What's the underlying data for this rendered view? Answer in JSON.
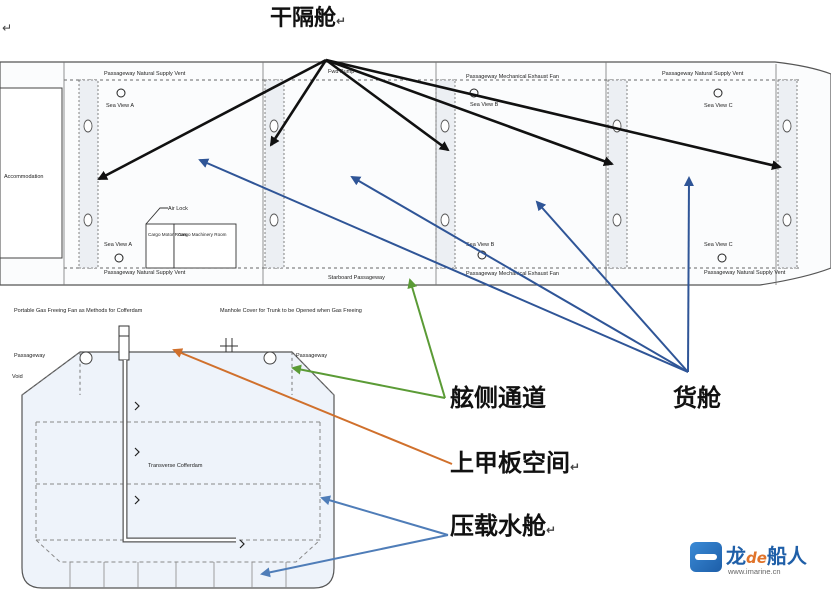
{
  "callouts": {
    "cofferdam": "干隔舱",
    "side_passage": "舷侧通道",
    "cargo_tank": "货舱",
    "upper_deck_space": "上甲板空间",
    "ballast_tank": "压载水舱",
    "return_mark": "↵"
  },
  "plan_view": {
    "accommodation": "Accommodation",
    "top_labels": [
      "Passageway Natural Supply Vent",
      "Fwd Pump",
      "Passageway Mechanical Exhaust Fan",
      "Passageway Natural Supply Vent"
    ],
    "bottom_labels": [
      "Passageway Natural Supply Vent",
      "Starboard Passageway",
      "Passageway Mechanical Exhaust Fan",
      "Passageway Natural Supply Vent"
    ],
    "sea_views": [
      "Sea View A",
      "Sea View B",
      "Sea View C",
      "Sea View A",
      "Sea View B",
      "Sea View C"
    ],
    "air_lock": "Air Lock",
    "cargo_motor_room": "Cargo Motor Room",
    "cargo_machinery_room": "Cargo Machinery Room"
  },
  "section_view": {
    "fan_note": "Portable Gas Freeing Fan as Methods for Cofferdam",
    "manhole_note": "Manhole Cover for Trunk to be Opened when Gas Freeing",
    "passageway_left": "Passageway",
    "passageway_right": "Passageway",
    "void": "Void",
    "cofferdam": "Transverse Cofferdam"
  },
  "watermark": {
    "brand_a": "龙",
    "brand_b": "de",
    "brand_c": "船人",
    "url": "www.imarine.cn"
  },
  "colors": {
    "black_arrow": "#111111",
    "blue_arrow": "#2f5597",
    "green_arrow": "#5b9b36",
    "orange_arrow": "#d0702c",
    "light_blue_arrow": "#4f7db8",
    "tank_fill": "#eef3fa"
  }
}
